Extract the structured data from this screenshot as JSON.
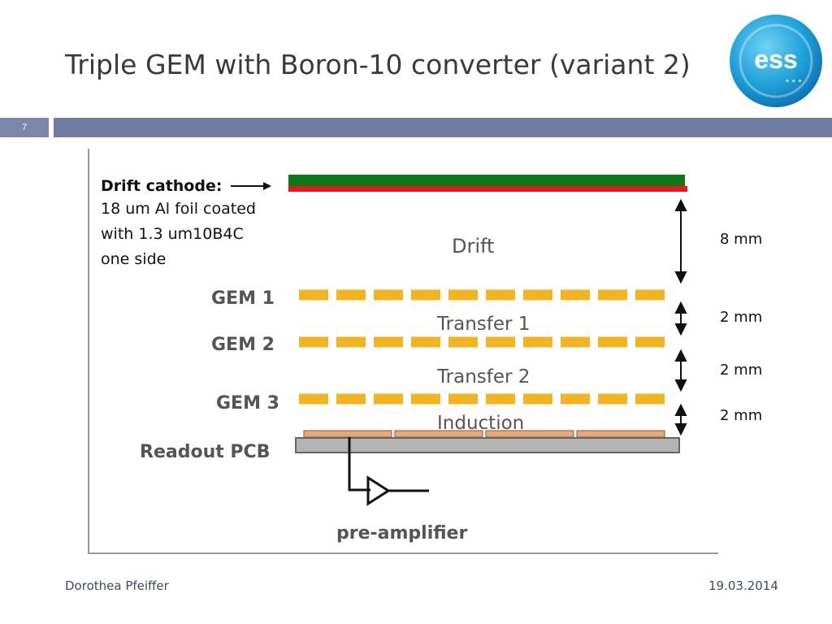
{
  "slide": {
    "title": "Triple GEM with Boron-10 converter (variant 2)",
    "number": "7"
  },
  "logo": {
    "text": "ess",
    "icon": "ess-logo-icon"
  },
  "diagram": {
    "drift_cathode": {
      "heading": "Drift cathode:",
      "line1": "18 um Al foil coated",
      "line2": "with 1.3 um10B4C",
      "line3": "one  side"
    },
    "labels": {
      "drift": "Drift",
      "gem1": "GEM 1",
      "transfer1": "Transfer 1",
      "gem2": "GEM 2",
      "transfer2": "Transfer 2",
      "gem3": "GEM 3",
      "induction": "Induction",
      "readout": "Readout PCB",
      "preamp": "pre-amplifier"
    },
    "gaps": [
      "8 mm",
      "2 mm",
      "2 mm",
      "2 mm"
    ]
  },
  "footer": {
    "author": "Dorothea Pfeiffer",
    "date": "19.03.2014"
  },
  "colors": {
    "bar": "#6f7ba0",
    "cathode_green": "#0b7a14",
    "cathode_red": "#e8141e",
    "gem_orange": "#f2b420",
    "pcb_gray": "#b4b4b4",
    "strip_orange": "#e0a070"
  }
}
